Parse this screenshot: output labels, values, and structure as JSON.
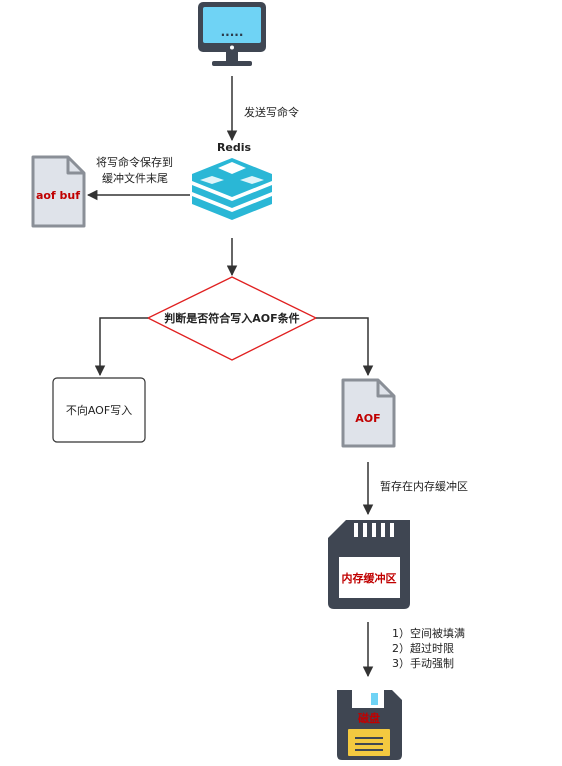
{
  "client": {
    "screen_text": "....."
  },
  "edges": {
    "send_write": "发送写命令",
    "save_to_buffer_line1": "将写命令保存到",
    "save_to_buffer_line2": "缓冲文件末尾",
    "temp_store": "暂存在内存缓冲区",
    "flush_reasons": [
      "1）空间被填满",
      "2）超过时限",
      "3）手动强制"
    ]
  },
  "nodes": {
    "redis_label": "Redis",
    "aof_buf": "aof buf",
    "decision": "判断是否符合写入AOF条件",
    "no_write": "不向AOF写入",
    "aof_file": "AOF",
    "memory_buffer": "内存缓冲区",
    "disk": "磁盘"
  },
  "colors": {
    "accent_red": "#c00000",
    "decision_border": "#e02020",
    "redis_cyan": "#2ab7d6",
    "screen_blue": "#6fd3f5",
    "icon_dark": "#3f4652",
    "doc_fill": "#dfe3ea",
    "doc_border": "#8a8f97",
    "disk_yellow": "#f3c940",
    "line": "#333333"
  },
  "icons": [
    "monitor-icon",
    "redis-icon",
    "document-icon",
    "sd-card-icon",
    "floppy-disk-icon"
  ]
}
